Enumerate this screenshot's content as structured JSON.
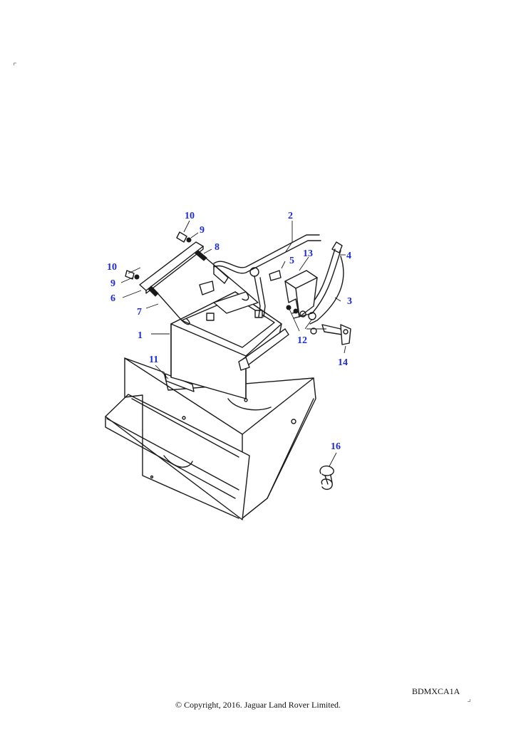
{
  "diagram": {
    "callouts": [
      "1",
      "2",
      "3",
      "4",
      "5",
      "6",
      "7",
      "8",
      "9",
      "9",
      "10",
      "10",
      "11",
      "12",
      "13",
      "14",
      "16"
    ],
    "accent_color": "#1d2bd8"
  },
  "footer": {
    "ref_code": "BDMXCA1A",
    "copyright": "© Copyright, 2016. Jaguar Land Rover Limited."
  }
}
